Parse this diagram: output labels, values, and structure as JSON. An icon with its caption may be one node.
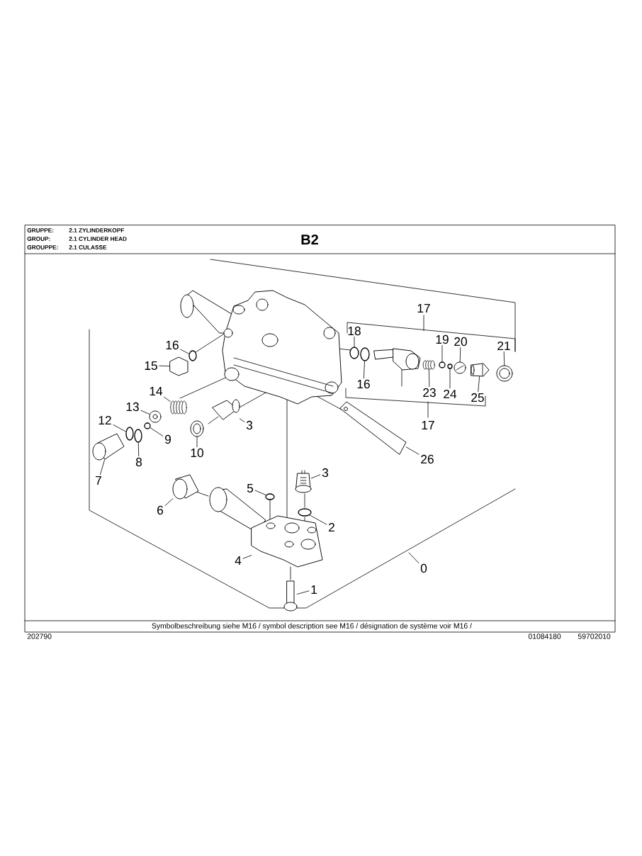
{
  "diagram": {
    "nodes": [
      {
        "text": [
          "16"
        ]
      },
      {
        "text": [
          "15"
        ]
      },
      {
        "text": [
          "14"
        ]
      },
      {
        "text": [
          "13"
        ]
      },
      {
        "text": [
          "12"
        ]
      },
      {
        "text": [
          "9"
        ]
      },
      {
        "text": [
          "8"
        ]
      },
      {
        "text": [
          "7"
        ]
      },
      {
        "text": [
          "10"
        ]
      },
      {
        "text": [
          "3"
        ]
      },
      {
        "text": [
          "18"
        ]
      },
      {
        "text": [
          "16"
        ]
      },
      {
        "text": [
          "19"
        ]
      },
      {
        "text": [
          "20"
        ]
      },
      {
        "text": [
          "21"
        ]
      },
      {
        "text": [
          "23"
        ]
      },
      {
        "text": [
          "24"
        ]
      },
      {
        "text": [
          "25"
        ]
      },
      {
        "text": [
          "26"
        ]
      },
      {
        "text": [
          "3"
        ]
      },
      {
        "text": [
          "5"
        ]
      },
      {
        "text": [
          "6"
        ]
      },
      {
        "text": [
          "2"
        ]
      },
      {
        "text": [
          "4"
        ]
      },
      {
        "text": [
          "0"
        ]
      },
      {
        "text": [
          "1"
        ]
      },
      {
        "text": [],
        "shape": "circle"
      },
      {
        "text": [],
        "shape": "picture"
      },
      {
        "text": [],
        "shape": "picture"
      },
      {
        "text": [],
        "shape": "picture"
      },
      {
        "text": [],
        "shape": "circle"
      },
      {
        "text": [],
        "shape": "circle"
      },
      {
        "text": [],
        "shape": "circle"
      },
      {
        "text": [],
        "shape": "picture"
      },
      {
        "text": [],
        "shape": "picture"
      },
      {
        "text": [],
        "shape": "picture"
      },
      {
        "text": [],
        "shape": "circle"
      },
      {
        "text": [],
        "shape": "circle"
      },
      {
        "text": [],
        "shape": "circle"
      },
      {
        "text": [],
        "shape": "picture"
      },
      {
        "text": [],
        "shape": "picture"
      },
      {
        "text": [],
        "shape": "picture"
      },
      {
        "text": [],
        "shape": "circle"
      },
      {
        "text": [],
        "shape": "picture"
      },
      {
        "text": [],
        "shape": "picture"
      },
      {
        "text": [],
        "shape": "picture"
      },
      {
        "text": [],
        "shape": "circle"
      },
      {
        "text": [],
        "shape": "picture"
      },
      {
        "text": [],
        "shape": "circle"
      },
      {
        "text": [],
        "shape": "picture"
      },
      {
        "text": [],
        "shape": "picture"
      }
    ],
    "edges": [
      {
        "from": 0,
        "to": 26,
        "arrow": "none"
      },
      {
        "from": 1,
        "to": 27,
        "arrow": "none"
      },
      {
        "from": 2,
        "to": 28,
        "arrow": "none"
      },
      {
        "from": 3,
        "to": 29,
        "arrow": "none"
      },
      {
        "from": 4,
        "to": 30,
        "arrow": "none"
      },
      {
        "from": 5,
        "to": 31,
        "arrow": "none"
      },
      {
        "from": 6,
        "to": 32,
        "arrow": "none"
      },
      {
        "from": 7,
        "to": 33,
        "arrow": "none"
      },
      {
        "from": 8,
        "to": 34,
        "arrow": "none"
      },
      {
        "from": 9,
        "to": 35,
        "arrow": "none"
      },
      {
        "from": 10,
        "to": 36,
        "arrow": "none"
      },
      {
        "from": 11,
        "to": 37,
        "arrow": "none"
      },
      {
        "from": 12,
        "to": 38,
        "arrow": "none"
      },
      {
        "from": 13,
        "to": 39,
        "arrow": "none"
      },
      {
        "from": 14,
        "to": 40,
        "arrow": "none"
      },
      {
        "from": 15,
        "to": 41,
        "arrow": "none"
      },
      {
        "from": 16,
        "to": 42,
        "arrow": "none"
      },
      {
        "from": 17,
        "to": 43,
        "arrow": "none"
      },
      {
        "from": 18,
        "to": 44,
        "arrow": "none"
      },
      {
        "from": 19,
        "to": 45,
        "arrow": "none"
      },
      {
        "from": 20,
        "to": 46,
        "arrow": "none"
      },
      {
        "from": 21,
        "to": 47,
        "arrow": "none"
      },
      {
        "from": 22,
        "to": 48,
        "arrow": "none"
      },
      {
        "from": 23,
        "to": 49,
        "arrow": "none"
      },
      {
        "from": 24,
        "to": null,
        "arrow": "none"
      },
      {
        "from": 25,
        "to": 50,
        "arrow": "none"
      }
    ],
    "labels": [
      "GRUPPE:",
      "2.1 ZYLINDERKOPF",
      "GROUP:",
      "2.1 CYLINDER HEAD",
      "GROUPPE:",
      "2.1 CULASSE",
      "B2",
      "17",
      "17",
      "Symbolbeschreibung siehe M16 / symbol description see M16 / désignation de système voir M16 /",
      "202790",
      "01084180",
      "59702010"
    ]
  }
}
